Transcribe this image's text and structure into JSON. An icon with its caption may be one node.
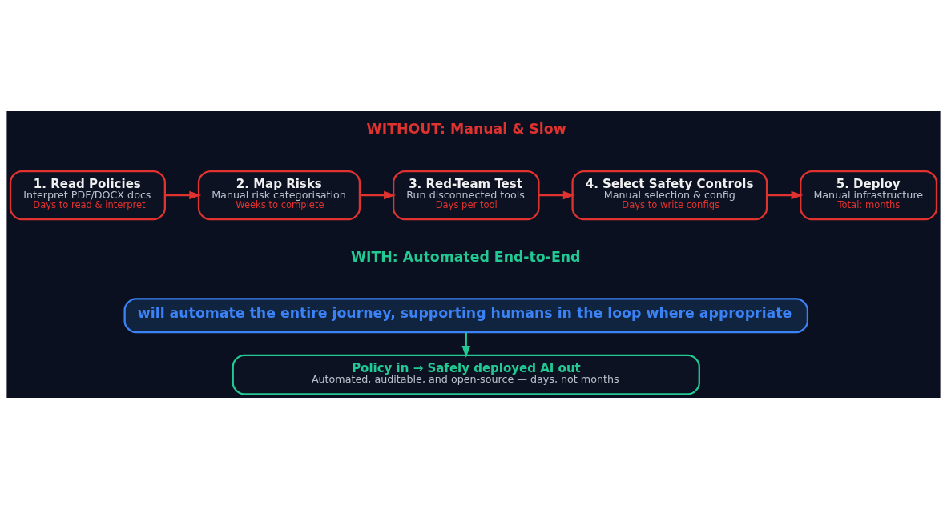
{
  "diagram": {
    "nodes": [
      {
        "text": [
          "1. Read Policies",
          "Interpret PDF/DOCX docs",
          "Days to read & interpret"
        ]
      },
      {
        "text": [
          "2. Map Risks",
          "Manual risk categorisation",
          "Weeks to complete"
        ]
      },
      {
        "text": [
          "3. Red-Team Test",
          "Run disconnected tools",
          "Days per tool"
        ]
      },
      {
        "text": [
          "4. Select Safety Controls",
          "Manual selection & config",
          "Days to write configs"
        ]
      },
      {
        "text": [
          "5. Deploy",
          "Manual infrastructure",
          "Total: months"
        ]
      },
      {
        "text": [
          "will automate the entire journey, supporting humans in the loop where appropriate"
        ]
      },
      {
        "text": [
          "Policy in → Safely deployed AI out",
          "Automated, auditable, and open-source — days, not months"
        ]
      }
    ],
    "edges": [
      {
        "from": 0,
        "to": 1,
        "arrow": "to"
      },
      {
        "from": 1,
        "to": 2,
        "arrow": "to"
      },
      {
        "from": 2,
        "to": 3,
        "arrow": "to"
      },
      {
        "from": 3,
        "to": 4,
        "arrow": "to"
      },
      {
        "from": 5,
        "to": 6,
        "arrow": "to",
        "color": "#22c993"
      }
    ],
    "labels": [
      "WITHOUT: Manual & Slow",
      "WITH: Automated End-to-End"
    ]
  }
}
